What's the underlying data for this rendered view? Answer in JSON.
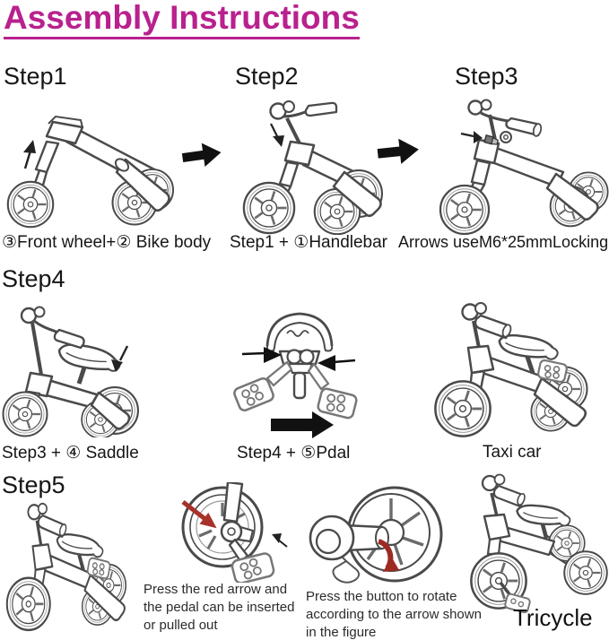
{
  "title": "Assembly Instructions",
  "colors": {
    "title_accent": "#b8218e",
    "text": "#1a1a1a",
    "line_art": "#4a4a4a",
    "red_arrow": "#a8322a",
    "black_arrow": "#111111"
  },
  "steps": {
    "step1": "Step1",
    "step2": "Step2",
    "step3": "Step3",
    "step4": "Step4",
    "step5": "Step5"
  },
  "row1": {
    "captions": [
      "③Front wheel+② Bike body",
      "Step1 + ①Handlebar",
      "Arrows useM6*25mmLocking"
    ]
  },
  "row2": {
    "captions": [
      "Step3 + ④ Saddle",
      "Step4 + ⑤Pdal",
      "Taxi car"
    ]
  },
  "row3": {
    "note1": "Press the red arrow and the pedal can be inserted or pulled out",
    "note2": "Press the button to rotate according to the arrow shown in the figure",
    "label": "Tricycle"
  }
}
